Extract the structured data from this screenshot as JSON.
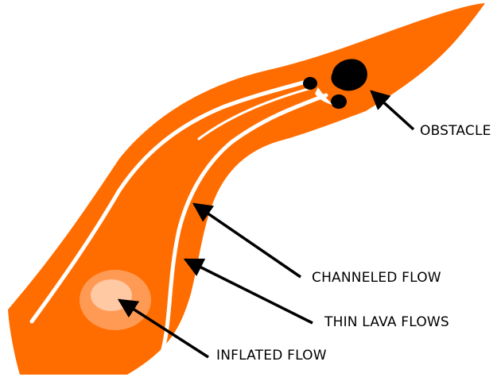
{
  "labels": {
    "obstacle": "OBSTACLE",
    "channeled_flow": "CHANNELED FLOW",
    "thin_lava_flows": "THIN LAVA FLOWS",
    "inflated_flow": "INFLATED FLOW"
  },
  "colors": {
    "lava": "#ff6d00",
    "inflated_outer": "#ff9a55",
    "inflated_inner": "#ffc9a3",
    "obstacle": "#000000",
    "background": "#ffffff",
    "arrow": "#000000"
  }
}
